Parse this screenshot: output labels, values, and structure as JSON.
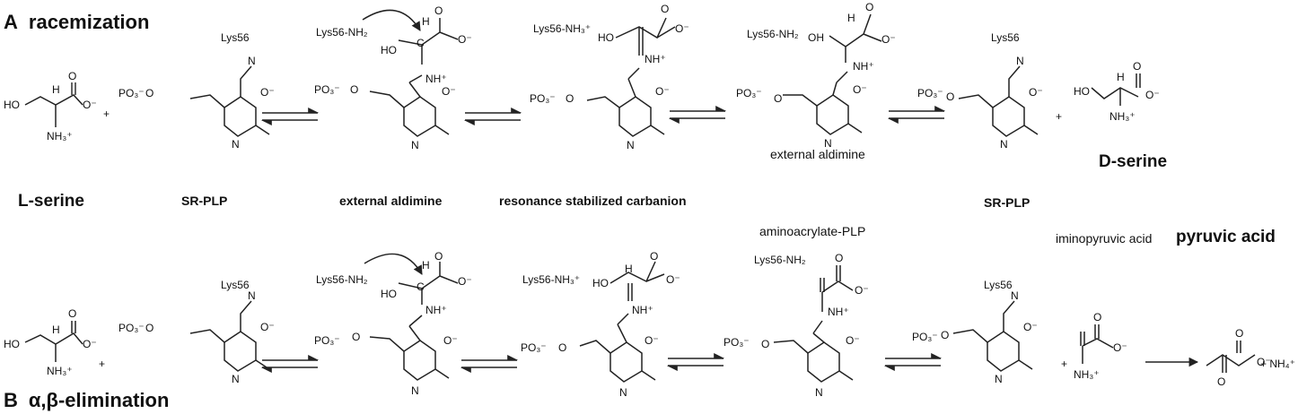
{
  "sections": {
    "a": {
      "letter": "A",
      "title": "racemization"
    },
    "b": {
      "letter": "B",
      "title": "α,β-elimination"
    }
  },
  "compound_labels": {
    "l_serine": "L-serine",
    "sr_plp_1": "SR-PLP",
    "external_aldimine_1": "external aldimine",
    "resonance": "resonance stabilized carbanion",
    "external_aldimine_2": "external aldimine",
    "sr_plp_2": "SR-PLP",
    "d_serine": "D-serine",
    "aminoacrylate": "aminoacrylate-PLP",
    "iminopyruvic": "iminopyruvic acid",
    "pyruvic": "pyruvic acid"
  },
  "atoms": {
    "lys56": "Lys56",
    "lys_nh2": "Lys56-NH₂",
    "lys_nh3": "Lys56-NH₃⁺",
    "n": "N",
    "nh_plus": "NH⁺",
    "ho": "HO",
    "oh": "OH",
    "o": "O",
    "o_minus": "O⁻",
    "nh3_plus": "NH₃⁺",
    "po3": "PO₃⁻",
    "h": "H",
    "c": "C",
    "plus": "+",
    "nh4": "+ NH₄⁺"
  }
}
